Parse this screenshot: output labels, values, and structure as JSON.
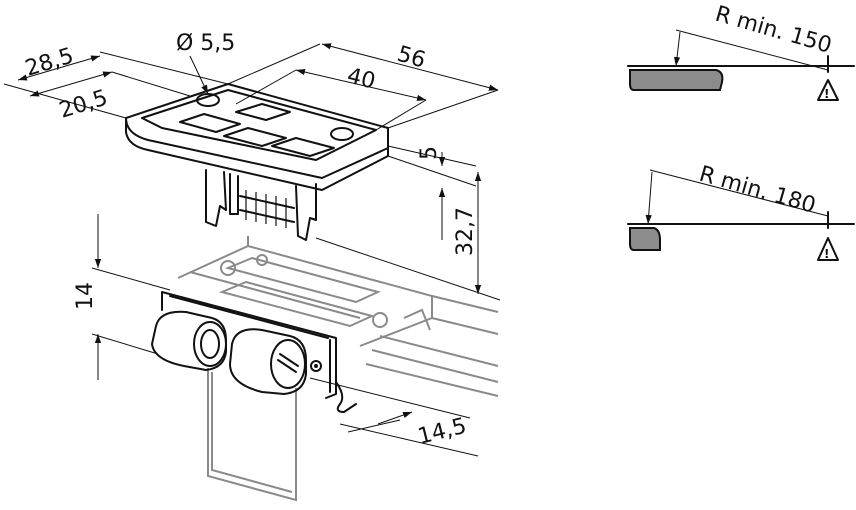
{
  "dimensions": {
    "d28_5": "28,5",
    "d20_5": "20,5",
    "hole_dia": "Ø 5,5",
    "d56": "56",
    "d40": "40",
    "d5": "5",
    "d32_7": "32,7",
    "d14": "14",
    "d14_5": "14,5"
  },
  "bend_details": {
    "top": {
      "radius_label": "R min. 150",
      "warning_icon": "warning-triangle-icon",
      "fill": "#8c8c8c"
    },
    "bottom": {
      "radius_label": "R min. 180",
      "warning_icon": "warning-triangle-icon",
      "fill": "#8c8c8c"
    }
  },
  "warning_symbol": "!"
}
